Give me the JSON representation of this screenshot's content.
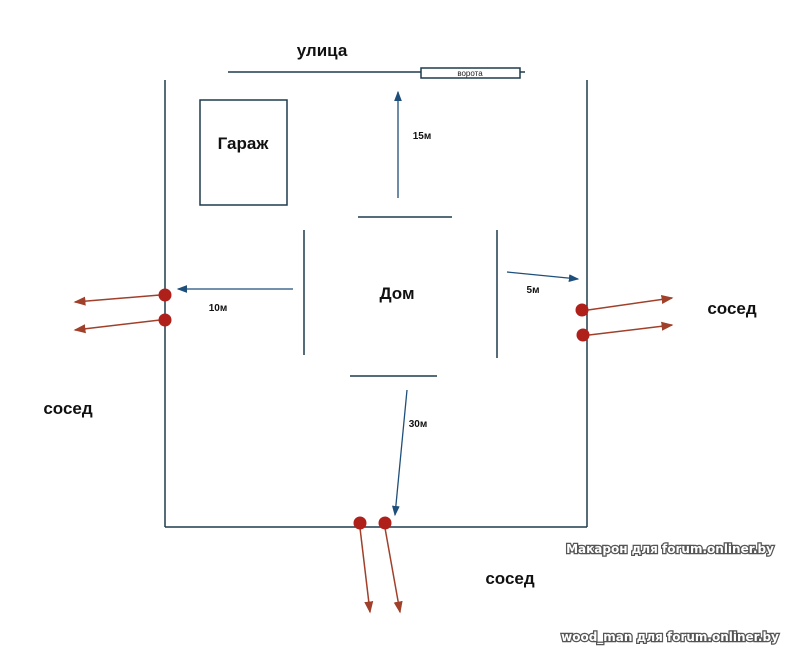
{
  "labels": {
    "street": "улица",
    "gate": "ворота",
    "garage": "Гараж",
    "house": "Дом",
    "neighbor_left": "сосед",
    "neighbor_right": "сосед",
    "neighbor_bottom": "сосед"
  },
  "distances": {
    "to_street": "15м",
    "to_left": "10м",
    "to_right": "5м",
    "to_bottom": "30м"
  },
  "watermarks": {
    "top": "Макарон для forum.onliner.by",
    "bottom": "wood_man для forum.onliner.by"
  },
  "colors": {
    "line": "#1f3b4d",
    "arrow_blue": "#1e4f7a",
    "dot_red": "#b0201a",
    "arrow_red": "#a0402a"
  }
}
